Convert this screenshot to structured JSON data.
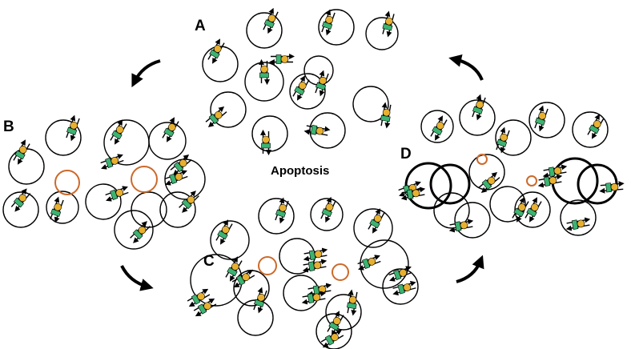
{
  "diagram": {
    "center_label": "Apoptosis",
    "panels": [
      {
        "id": "A",
        "label": "A"
      },
      {
        "id": "B",
        "label": "B"
      },
      {
        "id": "C",
        "label": "C"
      },
      {
        "id": "D",
        "label": "D"
      }
    ]
  },
  "colors": {
    "cell_outline": "#000000",
    "receptor_green": "#3cb371",
    "receptor_gold": "#e8b030",
    "apoptotic_orange": "#cc6a2a",
    "arrow": "#000000"
  }
}
